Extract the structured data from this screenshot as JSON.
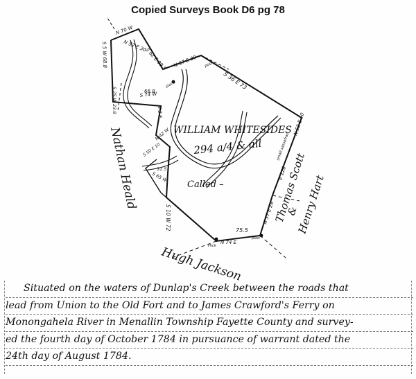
{
  "header": {
    "title": "Copied Surveys Book D6 pg 78"
  },
  "survey": {
    "owner_name": "WILLIAM WHITESIDES",
    "acreage": "294 a/4 & all",
    "called": "Called –"
  },
  "adjoiners": {
    "west": "Nathan Heald",
    "east_top": "Thomas Scott",
    "east_amp": "&",
    "east_bottom": "Henry Hart",
    "south": "Hugh Jackson"
  },
  "courses": {
    "c1": "N 70 W",
    "c2": "S 5 W 68.8",
    "c3": "S 25 W 23.8",
    "c4": "N 52 E 30",
    "c5": "S 62 E 99.5",
    "c6": "N 67 E 30",
    "c7": "S 36 E 73",
    "c8": "S 74 W",
    "c9": "66.8",
    "c10": "N 3 E",
    "c11": "N 52 E 50",
    "c12": "E 126",
    "c13": "N 42 W",
    "c14": "S 65 W",
    "c15": "31.5",
    "c16": "S 50 E 10",
    "c17": "S 10 W 72",
    "c18": "75.5",
    "c19": "N 74 E",
    "c20": "N 37 E 28"
  },
  "markers": {
    "stone": "stone",
    "post": "post",
    "post2": "post",
    "sassafras": "small sassafras",
    "hickory": "Hick"
  },
  "description": {
    "lines": [
      "Situated on the waters of Dunlap's Creek between the roads that",
      "lead from Union to the Old Fort and to James Crawford's Ferry on",
      "Monongahela River in Menallin Township Fayette County and survey-",
      "ed the fourth day of October 1784 in pursuance of warrant dated the",
      "24th day of August 1784."
    ]
  }
}
